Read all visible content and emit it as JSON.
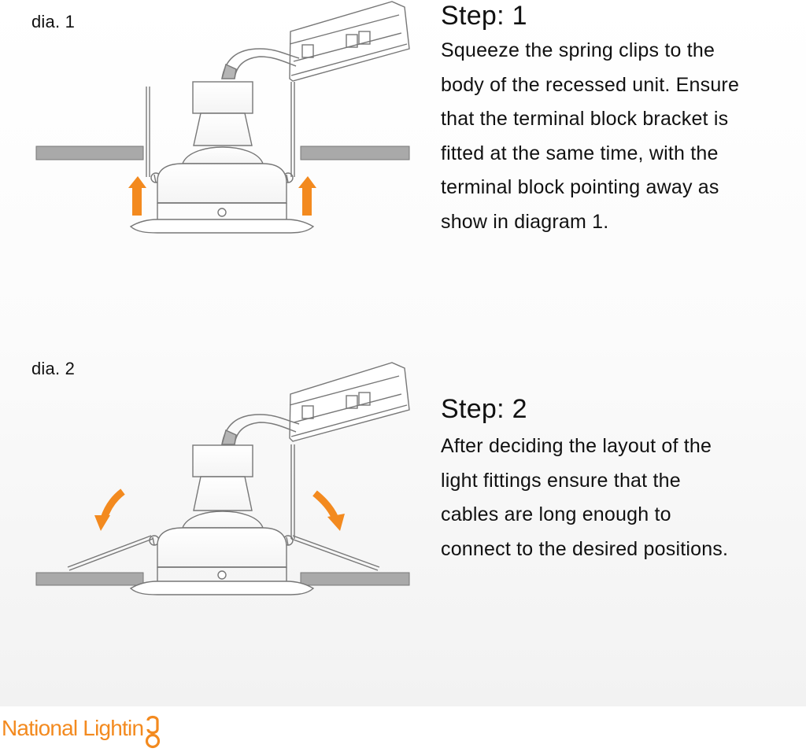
{
  "diagrams": [
    {
      "label": "dia. 1"
    },
    {
      "label": "dia. 2"
    }
  ],
  "steps": [
    {
      "title": "Step: 1",
      "lines": [
        "Squeeze the spring clips to the",
        "body of the recessed unit. Ensure",
        "that the terminal block bracket is",
        "fitted at the same time, with the",
        "terminal block pointing away as",
        "show in diagram 1."
      ]
    },
    {
      "title": "Step: 2",
      "lines": [
        "After deciding the layout of the",
        "light fittings ensure that the",
        "cables are long enough to",
        "connect to the desired positions."
      ]
    }
  ],
  "brand": {
    "name": "National Lighting",
    "logo_text": "National Lightin",
    "color": "#f38a1f"
  },
  "colors": {
    "accent_arrow": "#f38a1f",
    "ceiling": "#a9a9a9",
    "line": "#777777"
  },
  "icons": [
    "up-arrow-icon",
    "curved-arrow-icon",
    "light-bulb-icon"
  ]
}
